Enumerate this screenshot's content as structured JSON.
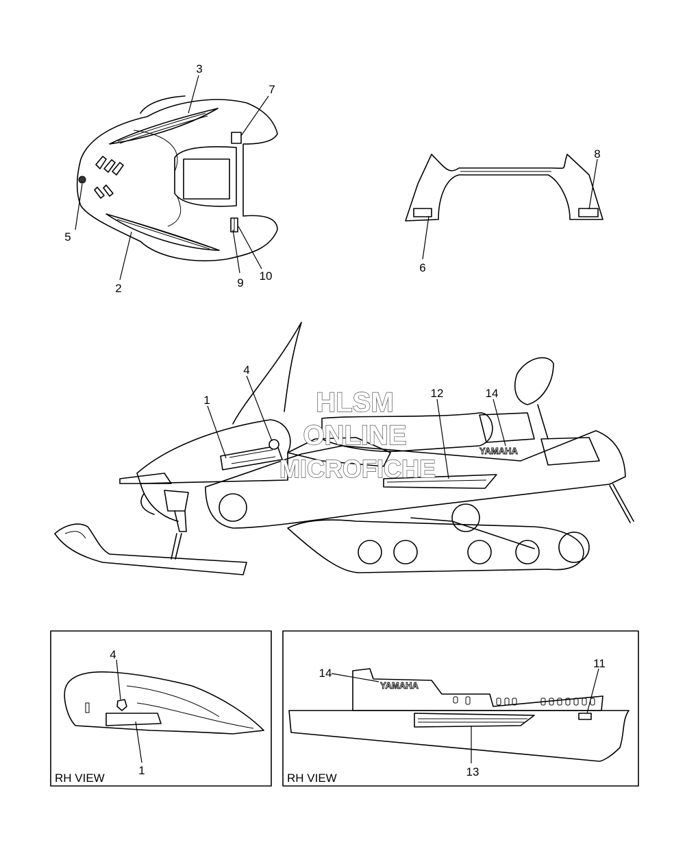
{
  "callouts": {
    "c1": "1",
    "c2": "2",
    "c3": "3",
    "c4": "4",
    "c5": "5",
    "c6": "6",
    "c7": "7",
    "c8": "8",
    "c9": "9",
    "c10": "10",
    "c11": "11",
    "c12": "12",
    "c13": "13",
    "c14": "14"
  },
  "brand_text": "YAMAHA",
  "views": {
    "left_label": "RH VIEW",
    "right_label": "RH VIEW"
  },
  "watermark": {
    "line1": "HLSM",
    "line2": "ONLINE",
    "line3": "MICROFICHE"
  }
}
